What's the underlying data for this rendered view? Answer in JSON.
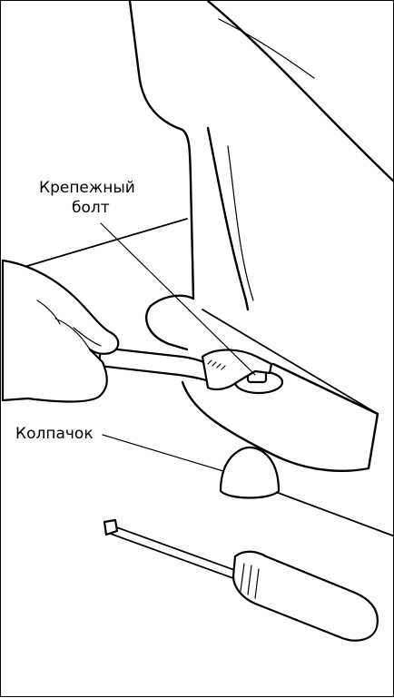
{
  "labels": {
    "bolt_line1": "Крепежный",
    "bolt_line2": "болт",
    "cap": "Колпачок"
  }
}
